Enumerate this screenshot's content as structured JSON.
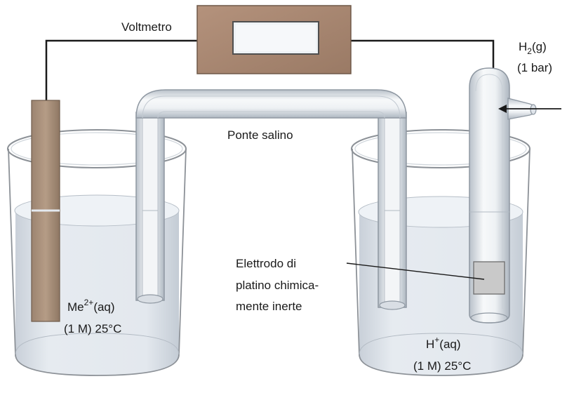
{
  "labels": {
    "voltmeter": "Voltmetro",
    "salt_bridge": "Ponte salino",
    "hydrogen_gas": "H",
    "hydrogen_gas_sub": "2",
    "hydrogen_gas_rest": "(g)",
    "hydrogen_pressure": "(1 bar)",
    "electrode_line1": "Elettrodo di",
    "electrode_line2": "platino chimica-",
    "electrode_line3": "mente inerte",
    "left_solution_ion": "Me",
    "left_solution_charge": "2+",
    "left_solution_state": "(aq)",
    "left_solution_conditions": "(1 M) 25°C",
    "right_solution_ion": "H",
    "right_solution_charge": "+",
    "right_solution_state": "(aq)",
    "right_solution_conditions": "(1 M) 25°C"
  },
  "colors": {
    "wire": "#1a1a1a",
    "voltmeter_body": "#a8856f",
    "voltmeter_display": "#eef2f5",
    "metal_electrode": "#a78e78",
    "platinum_electrode": "#c9c9c9",
    "glass_outline": "#8c9197",
    "solution": "#dfe5ec"
  }
}
